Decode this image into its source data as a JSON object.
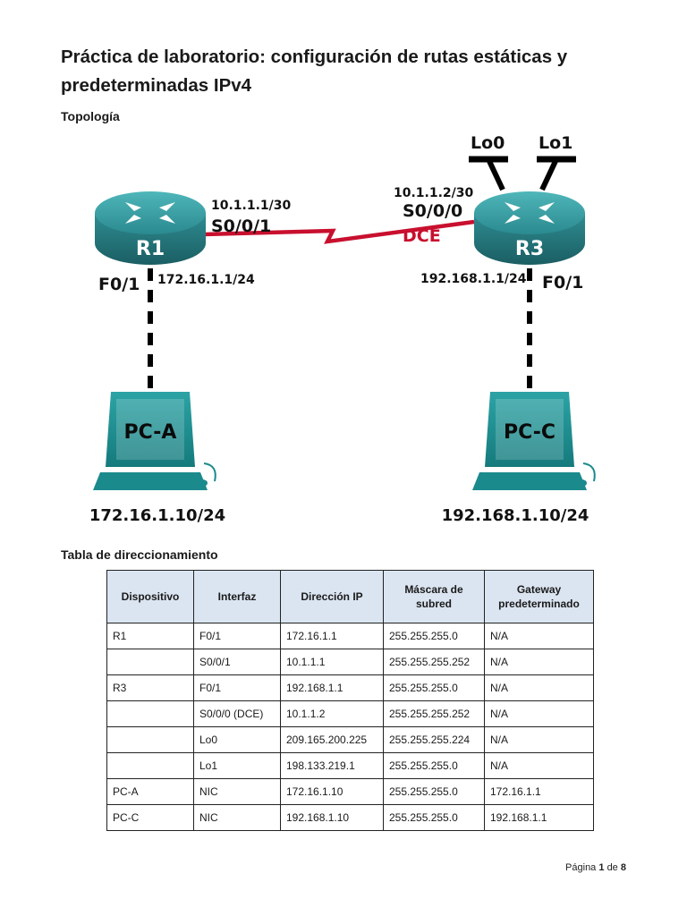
{
  "document": {
    "title": "Práctica de laboratorio: configuración de rutas estáticas y predeterminadas IPv4",
    "topology_heading": "Topología",
    "table_heading": "Tabla de direccionamiento"
  },
  "topology": {
    "r1": {
      "name": "R1",
      "serial_ip": "10.1.1.1/30",
      "serial_iface": "S0/0/1",
      "fa_iface": "F0/1",
      "fa_ip": "172.16.1.1/24"
    },
    "r3": {
      "name": "R3",
      "serial_ip": "10.1.1.2/30",
      "serial_iface": "S0/0/0",
      "dce": "DCE",
      "fa_iface": "F0/1",
      "fa_ip": "192.168.1.1/24",
      "lo0": "Lo0",
      "lo1": "Lo1"
    },
    "pca": {
      "name": "PC-A",
      "ip": "172.16.1.10/24"
    },
    "pcc": {
      "name": "PC-C",
      "ip": "192.168.1.10/24"
    },
    "colors": {
      "serial_link": "#c8102e",
      "router": "#2a8a8f",
      "pc": "#1b8a8c"
    }
  },
  "table": {
    "headers": [
      "Dispositivo",
      "Interfaz",
      "Dirección IP",
      "Máscara de subred",
      "Gateway predeterminado"
    ],
    "rows": [
      [
        "R1",
        "F0/1",
        "172.16.1.1",
        "255.255.255.0",
        "N/A"
      ],
      [
        "",
        "S0/0/1",
        "10.1.1.1",
        "255.255.255.252",
        "N/A"
      ],
      [
        "R3",
        "F0/1",
        "192.168.1.1",
        "255.255.255.0",
        "N/A"
      ],
      [
        "",
        "S0/0/0 (DCE)",
        "10.1.1.2",
        "255.255.255.252",
        "N/A"
      ],
      [
        "",
        "Lo0",
        "209.165.200.225",
        "255.255.255.224",
        "N/A"
      ],
      [
        "",
        "Lo1",
        "198.133.219.1",
        "255.255.255.0",
        "N/A"
      ],
      [
        "PC-A",
        "NIC",
        "172.16.1.10",
        "255.255.255.0",
        "172.16.1.1"
      ],
      [
        "PC-C",
        "NIC",
        "192.168.1.10",
        "255.255.255.0",
        "192.168.1.1"
      ]
    ]
  },
  "footer": {
    "prefix": "Página",
    "page": "1",
    "sep": "de",
    "total": "8"
  }
}
